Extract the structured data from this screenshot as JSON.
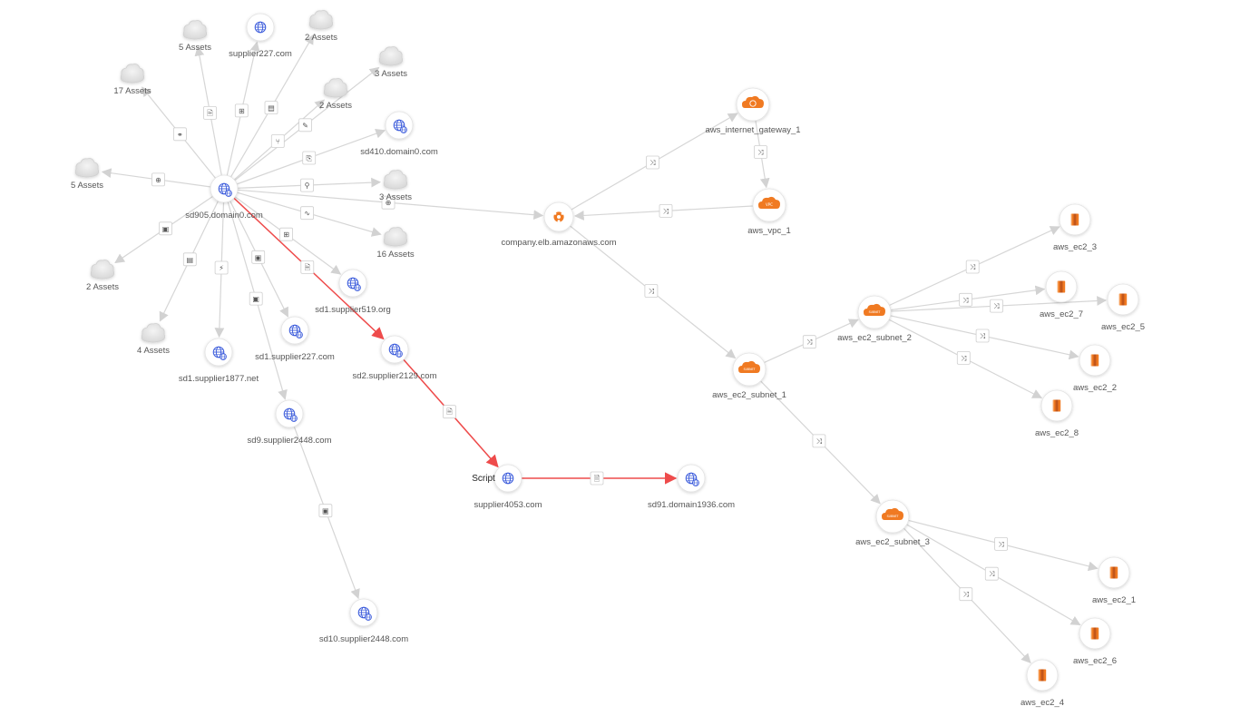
{
  "graph": {
    "nodes": [
      {
        "id": "sd905",
        "label": "sd905.domain0.com",
        "kind": "domain",
        "icon": "globe-subdomain-icon"
      },
      {
        "id": "as5a",
        "label": "5 Assets",
        "kind": "group",
        "icon": "asset-group-icon"
      },
      {
        "id": "sup227",
        "label": "supplier227.com",
        "kind": "domain",
        "icon": "globe-icon"
      },
      {
        "id": "as2a",
        "label": "2 Assets",
        "kind": "group",
        "icon": "asset-group-icon"
      },
      {
        "id": "as3a",
        "label": "3 Assets",
        "kind": "group",
        "icon": "asset-group-icon"
      },
      {
        "id": "as17",
        "label": "17 Assets",
        "kind": "group",
        "icon": "asset-group-icon"
      },
      {
        "id": "as2b",
        "label": "2 Assets",
        "kind": "group",
        "icon": "asset-group-icon"
      },
      {
        "id": "sd410",
        "label": "sd410.domain0.com",
        "kind": "domain",
        "icon": "globe-subdomain-icon"
      },
      {
        "id": "as5b",
        "label": "5 Assets",
        "kind": "group",
        "icon": "asset-group-icon"
      },
      {
        "id": "as3b",
        "label": "3 Assets",
        "kind": "group",
        "icon": "asset-group-icon"
      },
      {
        "id": "as16",
        "label": "16 Assets",
        "kind": "group",
        "icon": "asset-group-icon"
      },
      {
        "id": "as2c",
        "label": "2 Assets",
        "kind": "group",
        "icon": "asset-group-icon"
      },
      {
        "id": "as4",
        "label": "4 Assets",
        "kind": "group",
        "icon": "asset-group-icon"
      },
      {
        "id": "sd1877",
        "label": "sd1.supplier1877.net",
        "kind": "domain",
        "icon": "globe-subdomain-icon"
      },
      {
        "id": "sd519",
        "label": "sd1.supplier519.org",
        "kind": "domain",
        "icon": "globe-subdomain-icon"
      },
      {
        "id": "sd227",
        "label": "sd1.supplier227.com",
        "kind": "domain",
        "icon": "globe-subdomain-icon"
      },
      {
        "id": "sd2129",
        "label": "sd2.supplier2129.com",
        "kind": "domain",
        "icon": "globe-subdomain-icon"
      },
      {
        "id": "sd9",
        "label": "sd9.supplier2448.com",
        "kind": "domain",
        "icon": "globe-subdomain-icon"
      },
      {
        "id": "sd10",
        "label": "sd10.supplier2448.com",
        "kind": "domain",
        "icon": "globe-subdomain-icon"
      },
      {
        "id": "sup4053",
        "label": "supplier4053.com",
        "kind": "domain",
        "icon": "globe-icon"
      },
      {
        "id": "sd91",
        "label": "sd91.domain1936.com",
        "kind": "domain",
        "icon": "globe-subdomain-icon"
      },
      {
        "id": "elb",
        "label": "company.elb.amazonaws.com",
        "kind": "aws-elb",
        "icon": "aws-elb-icon"
      },
      {
        "id": "igw",
        "label": "aws_internet_gateway_1",
        "kind": "aws-cloud",
        "icon": "aws-internet-gateway-icon"
      },
      {
        "id": "vpc",
        "label": "aws_vpc_1",
        "kind": "aws-cloud",
        "icon": "aws-vpc-icon"
      },
      {
        "id": "sub1",
        "label": "aws_ec2_subnet_1",
        "kind": "aws-cloud",
        "icon": "aws-subnet-icon"
      },
      {
        "id": "sub2",
        "label": "aws_ec2_subnet_2",
        "kind": "aws-cloud",
        "icon": "aws-subnet-icon"
      },
      {
        "id": "sub3",
        "label": "aws_ec2_subnet_3",
        "kind": "aws-cloud",
        "icon": "aws-subnet-icon"
      },
      {
        "id": "ec23",
        "label": "aws_ec2_3",
        "kind": "aws-ec2",
        "icon": "aws-ec2-icon"
      },
      {
        "id": "ec27",
        "label": "aws_ec2_7",
        "kind": "aws-ec2",
        "icon": "aws-ec2-icon"
      },
      {
        "id": "ec25",
        "label": "aws_ec2_5",
        "kind": "aws-ec2",
        "icon": "aws-ec2-icon"
      },
      {
        "id": "ec22",
        "label": "aws_ec2_2",
        "kind": "aws-ec2",
        "icon": "aws-ec2-icon"
      },
      {
        "id": "ec28",
        "label": "aws_ec2_8",
        "kind": "aws-ec2",
        "icon": "aws-ec2-icon"
      },
      {
        "id": "ec21",
        "label": "aws_ec2_1",
        "kind": "aws-ec2",
        "icon": "aws-ec2-icon"
      },
      {
        "id": "ec26",
        "label": "aws_ec2_6",
        "kind": "aws-ec2",
        "icon": "aws-ec2-icon"
      },
      {
        "id": "ec24",
        "label": "aws_ec2_4",
        "kind": "aws-ec2",
        "icon": "aws-ec2-icon"
      }
    ],
    "edges": [
      {
        "from": "sd905",
        "to": "as5a",
        "icon": "document-icon",
        "glyph": "🗎"
      },
      {
        "from": "sd905",
        "to": "sup227",
        "icon": "network-icon",
        "glyph": "⊞"
      },
      {
        "from": "sd905",
        "to": "as2a",
        "icon": "database-icon",
        "glyph": "▤"
      },
      {
        "from": "sd905",
        "to": "as3a",
        "icon": "pen-icon",
        "glyph": "✎"
      },
      {
        "from": "sd905",
        "to": "as17",
        "icon": "link-icon",
        "glyph": "⚭"
      },
      {
        "from": "sd905",
        "to": "as2b",
        "icon": "fork-icon",
        "glyph": "⑂"
      },
      {
        "from": "sd905",
        "to": "sd410",
        "icon": "code-file-icon",
        "glyph": "⎘"
      },
      {
        "from": "sd905",
        "to": "as5b",
        "icon": "globe-stand-icon",
        "glyph": "⊕"
      },
      {
        "from": "sd905",
        "to": "as3b",
        "icon": "location-pin-icon",
        "glyph": "⚲"
      },
      {
        "from": "sd905",
        "to": "elb",
        "icon": "globe-stand-icon",
        "glyph": "⊕"
      },
      {
        "from": "sd905",
        "to": "as16",
        "icon": "activity-icon",
        "glyph": "∿"
      },
      {
        "from": "sd905",
        "to": "as2c",
        "icon": "image-icon",
        "glyph": "▣"
      },
      {
        "from": "sd905",
        "to": "as4",
        "icon": "database-icon",
        "glyph": "▤"
      },
      {
        "from": "sd905",
        "to": "sd1877",
        "icon": "bolt-icon",
        "glyph": "⚡"
      },
      {
        "from": "sd905",
        "to": "sd519",
        "icon": "network-icon",
        "glyph": "⊞"
      },
      {
        "from": "sd905",
        "to": "sd227",
        "icon": "image-icon",
        "glyph": "▣"
      },
      {
        "from": "sd905",
        "to": "sd9",
        "icon": "image-icon",
        "glyph": "▣"
      },
      {
        "from": "sd905",
        "to": "sd2129",
        "icon": "document-icon",
        "glyph": "🗎",
        "highlight": true
      },
      {
        "from": "sd2129",
        "to": "sup4053",
        "icon": "document-icon",
        "glyph": "🗎",
        "highlight": true
      },
      {
        "from": "sup4053",
        "to": "sd91",
        "icon": "document-icon",
        "glyph": "🗎",
        "highlight": true
      },
      {
        "from": "sd9",
        "to": "sd10",
        "icon": "image-icon",
        "glyph": "▣"
      },
      {
        "from": "elb",
        "to": "igw",
        "icon": "shuffle-icon",
        "glyph": "⤨"
      },
      {
        "from": "igw",
        "to": "vpc",
        "icon": "shuffle-icon",
        "glyph": "⤨"
      },
      {
        "from": "vpc",
        "to": "elb",
        "icon": "shuffle-icon",
        "glyph": "⤨"
      },
      {
        "from": "elb",
        "to": "sub1",
        "icon": "shuffle-icon",
        "glyph": "⤨"
      },
      {
        "from": "sub1",
        "to": "sub2",
        "icon": "shuffle-icon",
        "glyph": "⤨"
      },
      {
        "from": "sub1",
        "to": "sub3",
        "icon": "shuffle-icon",
        "glyph": "⤨"
      },
      {
        "from": "sub2",
        "to": "ec23",
        "icon": "shuffle-icon",
        "glyph": "⤨"
      },
      {
        "from": "sub2",
        "to": "ec27",
        "icon": "shuffle-icon",
        "glyph": "⤨"
      },
      {
        "from": "sub2",
        "to": "ec25",
        "icon": "shuffle-icon",
        "glyph": "⤨"
      },
      {
        "from": "sub2",
        "to": "ec22",
        "icon": "shuffle-icon",
        "glyph": "⤨"
      },
      {
        "from": "sub2",
        "to": "ec28",
        "icon": "shuffle-icon",
        "glyph": "⤨"
      },
      {
        "from": "sub3",
        "to": "ec21",
        "icon": "shuffle-icon",
        "glyph": "⤨"
      },
      {
        "from": "sub3",
        "to": "ec26",
        "icon": "shuffle-icon",
        "glyph": "⤨"
      },
      {
        "from": "sub3",
        "to": "ec24",
        "icon": "shuffle-icon",
        "glyph": "⤨"
      }
    ],
    "annotations": [
      {
        "node": "sup4053",
        "text": "Script"
      }
    ],
    "colors": {
      "edge": "#d6d6d6",
      "highlight": "#ee4b4b",
      "domain": "#3b5bdb",
      "aws": "#f07a22"
    }
  }
}
